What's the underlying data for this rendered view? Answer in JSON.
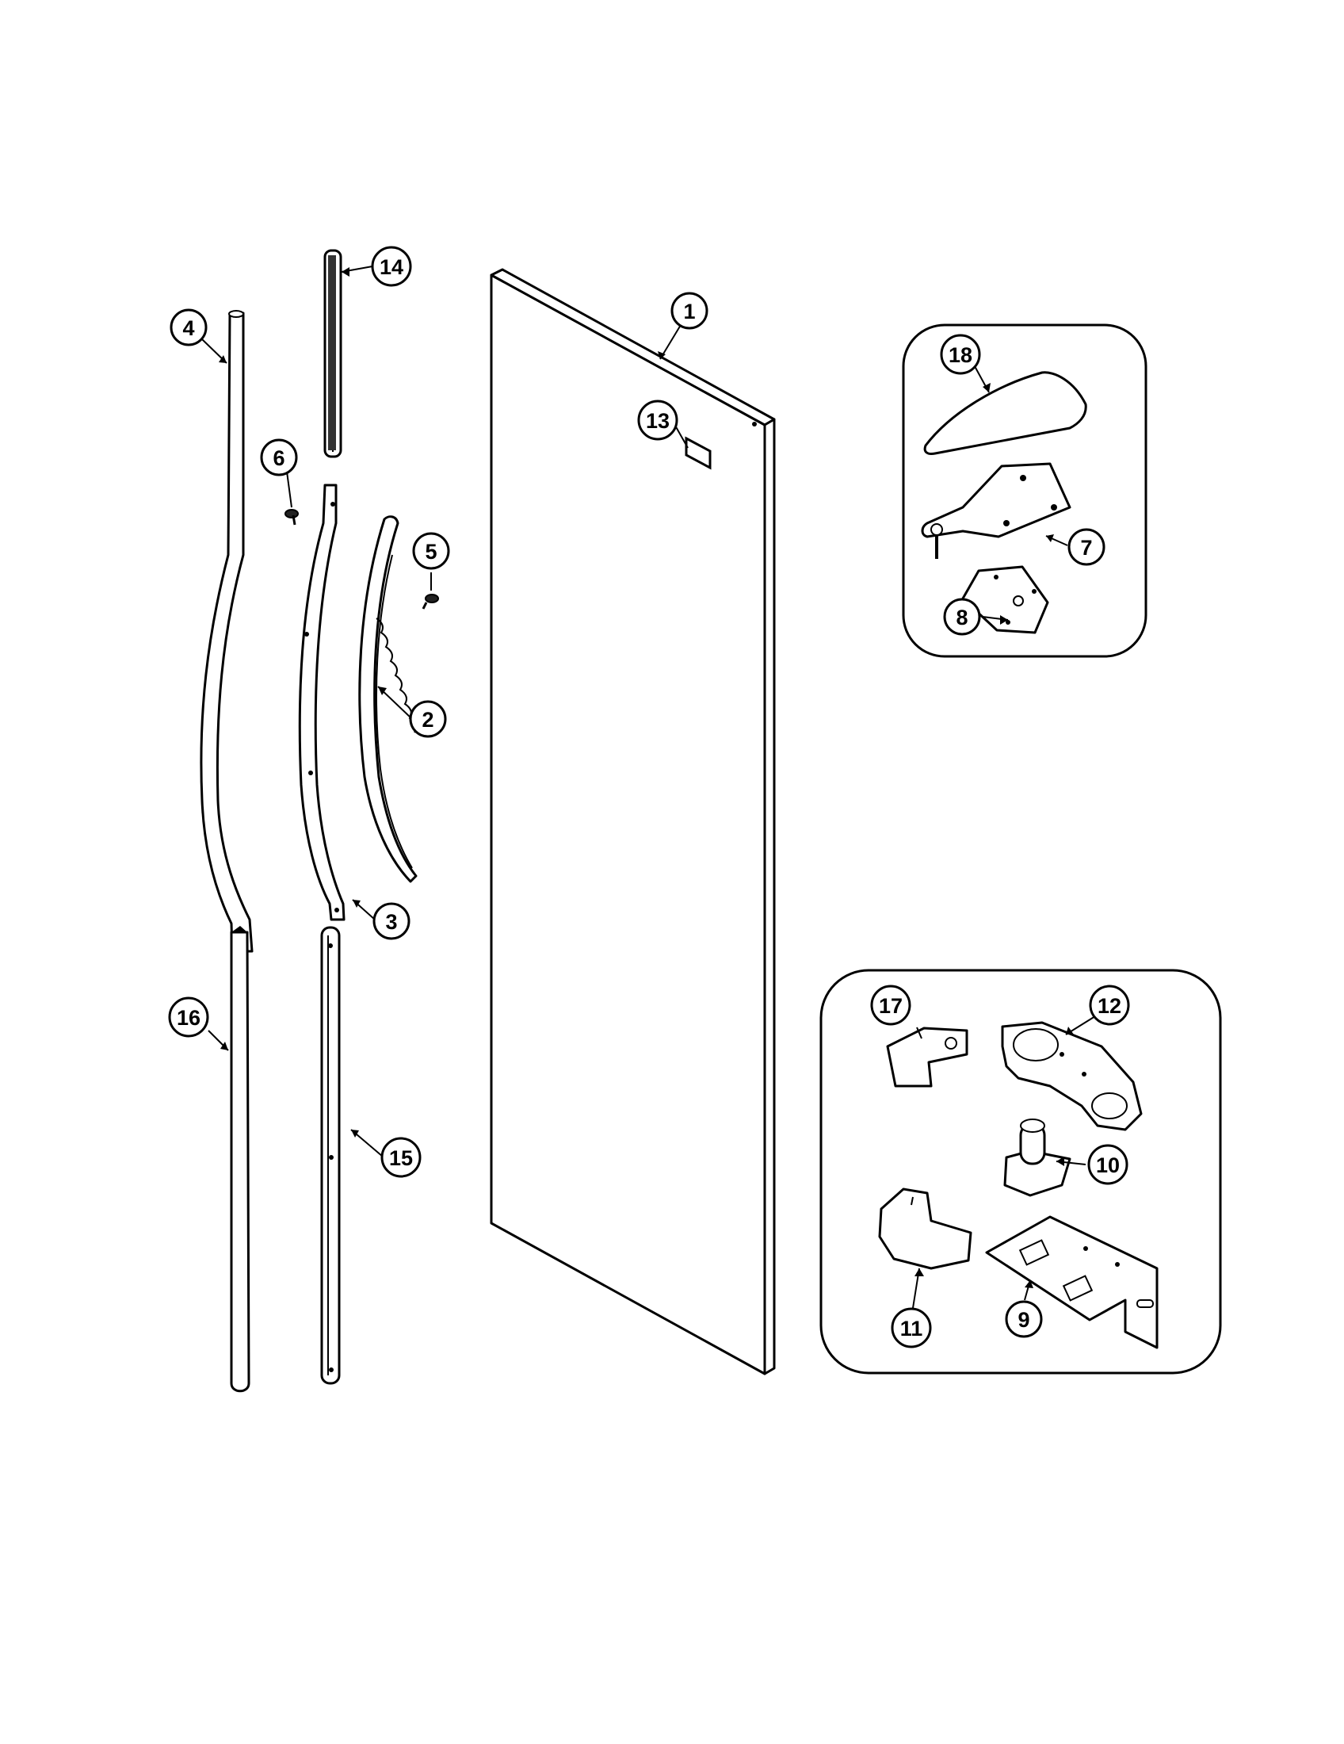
{
  "diagram": {
    "callouts": [
      {
        "id": "c1",
        "label": "1"
      },
      {
        "id": "c2",
        "label": "2"
      },
      {
        "id": "c3",
        "label": "3"
      },
      {
        "id": "c4",
        "label": "4"
      },
      {
        "id": "c5",
        "label": "5"
      },
      {
        "id": "c6",
        "label": "6"
      },
      {
        "id": "c7",
        "label": "7"
      },
      {
        "id": "c8",
        "label": "8"
      },
      {
        "id": "c9",
        "label": "9"
      },
      {
        "id": "c10",
        "label": "10"
      },
      {
        "id": "c11",
        "label": "11"
      },
      {
        "id": "c12",
        "label": "12"
      },
      {
        "id": "c13",
        "label": "13"
      },
      {
        "id": "c14",
        "label": "14"
      },
      {
        "id": "c15",
        "label": "15"
      },
      {
        "id": "c16",
        "label": "16"
      },
      {
        "id": "c17",
        "label": "17"
      },
      {
        "id": "c18",
        "label": "18"
      }
    ],
    "inset_panels": [
      "top-hinge-inset",
      "bottom-hinge-inset"
    ]
  }
}
